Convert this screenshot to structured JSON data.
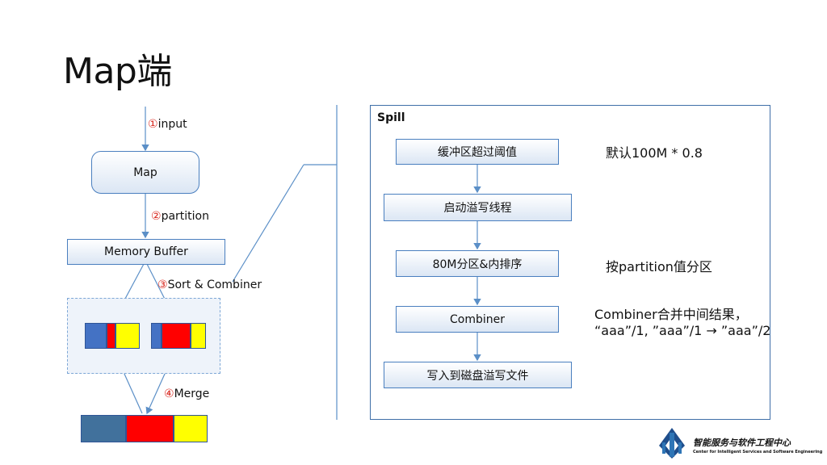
{
  "title": "Map端",
  "left": {
    "step1": {
      "num": "①",
      "text": "input"
    },
    "map_box": "Map",
    "step2": {
      "num": "②",
      "text": "partition"
    },
    "buffer_box": "Memory Buffer",
    "step3": {
      "num": "③",
      "text": "Sort & Combiner"
    },
    "step4": {
      "num": "④",
      "text": "Merge"
    }
  },
  "spill": {
    "title": "Spill",
    "steps": [
      "缓冲区超过阈值",
      "启动溢写线程",
      "80M分区&内排序",
      "Combiner",
      "写入到磁盘溢写文件"
    ],
    "notes": {
      "threshold": "默认100M * 0.8",
      "partition": "按partition值分区",
      "combiner_line1": "Combiner合并中间结果，",
      "combiner_line2": "“aaa”/1, ”aaa”/1 → ”aaa”/2"
    }
  },
  "logo": {
    "cn": "智能服务与软件工程中心",
    "en": "Center for Intelligent Services and Software Engineering"
  },
  "colors": {
    "blue": "#4472c4",
    "red": "#ff0000",
    "yellow": "#ffff00",
    "steel": "#41719c",
    "line": "#5b8fc7"
  }
}
